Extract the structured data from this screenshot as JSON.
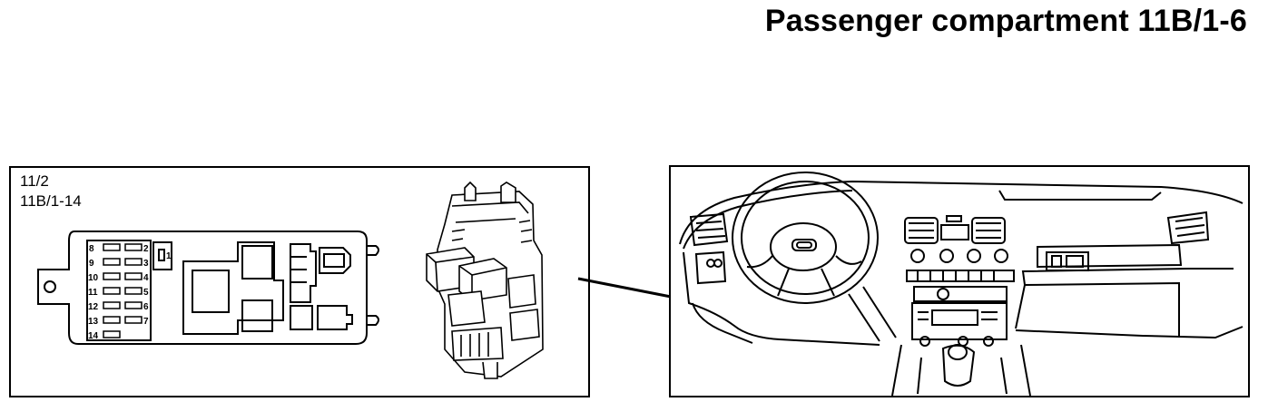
{
  "header": {
    "title": "Passenger compartment 11B/1-6"
  },
  "fuse_panel": {
    "location_line1": "11/2",
    "location_line2": "11B/1-14",
    "fuse_numbers_left": [
      "8",
      "9",
      "10",
      "11",
      "12",
      "13",
      "14"
    ],
    "fuse_numbers_right": [
      "2",
      "3",
      "4",
      "5",
      "6",
      "7"
    ],
    "relay_label": "1"
  },
  "icons": {
    "fuse_box": "fuse-box-diagram-icon",
    "relay_module": "relay-module-icon",
    "dashboard": "dashboard-icon"
  }
}
